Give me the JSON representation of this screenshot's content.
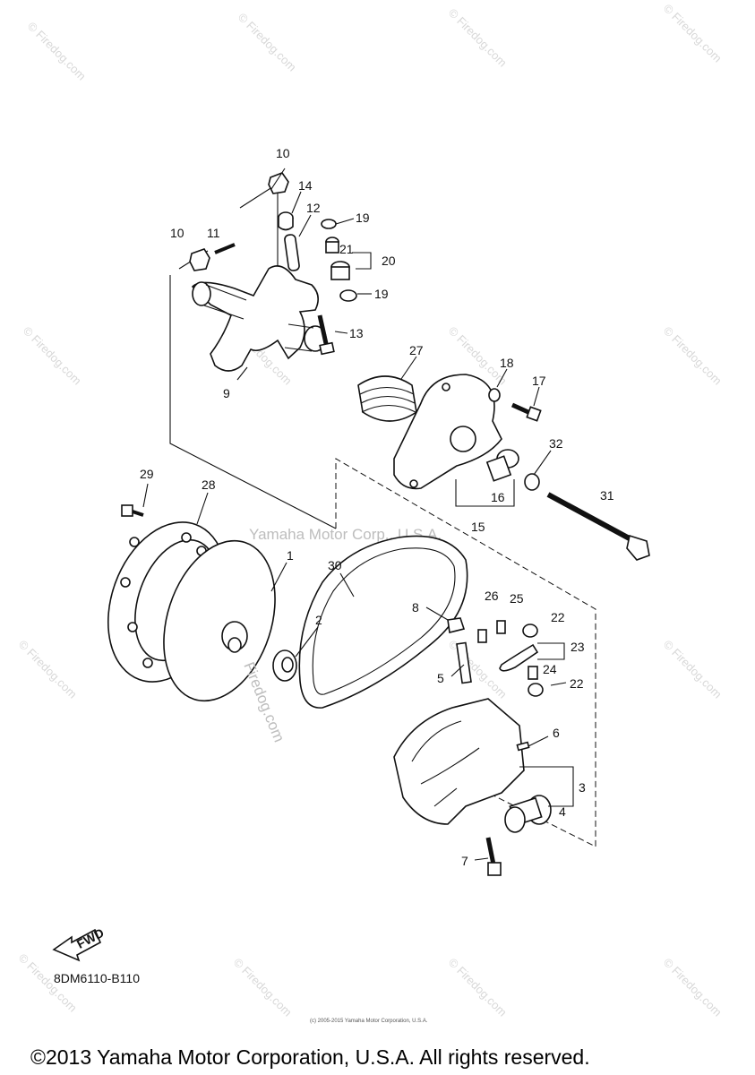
{
  "diagram": {
    "watermark": "Yamaha Motor Corp., U.S.A.",
    "side_watermark": "Firedog.com",
    "tile_watermark": "© Firedog.com",
    "fwd_label": "FWD",
    "diagram_code": "8DM6110-B110",
    "tiny_notice": "(c) 2005-2015 Yamaha Motor Corporation, U.S.A.",
    "copyright": "©2013 Yamaha Motor Corporation, U.S.A. All rights reserved.",
    "callouts": {
      "c1": "1",
      "c2": "2",
      "c3": "3",
      "c4": "4",
      "c5": "5",
      "c6": "6",
      "c7": "7",
      "c8": "8",
      "c9": "9",
      "c10a": "10",
      "c10b": "10",
      "c11": "11",
      "c12": "12",
      "c13": "13",
      "c14": "14",
      "c15": "15",
      "c16": "16",
      "c17": "17",
      "c18": "18",
      "c19a": "19",
      "c19b": "19",
      "c20": "20",
      "c21": "21",
      "c22a": "22",
      "c22b": "22",
      "c23": "23",
      "c24": "24",
      "c25": "25",
      "c26": "26",
      "c27": "27",
      "c28": "28",
      "c29": "29",
      "c30": "30",
      "c31": "31",
      "c32": "32"
    }
  }
}
